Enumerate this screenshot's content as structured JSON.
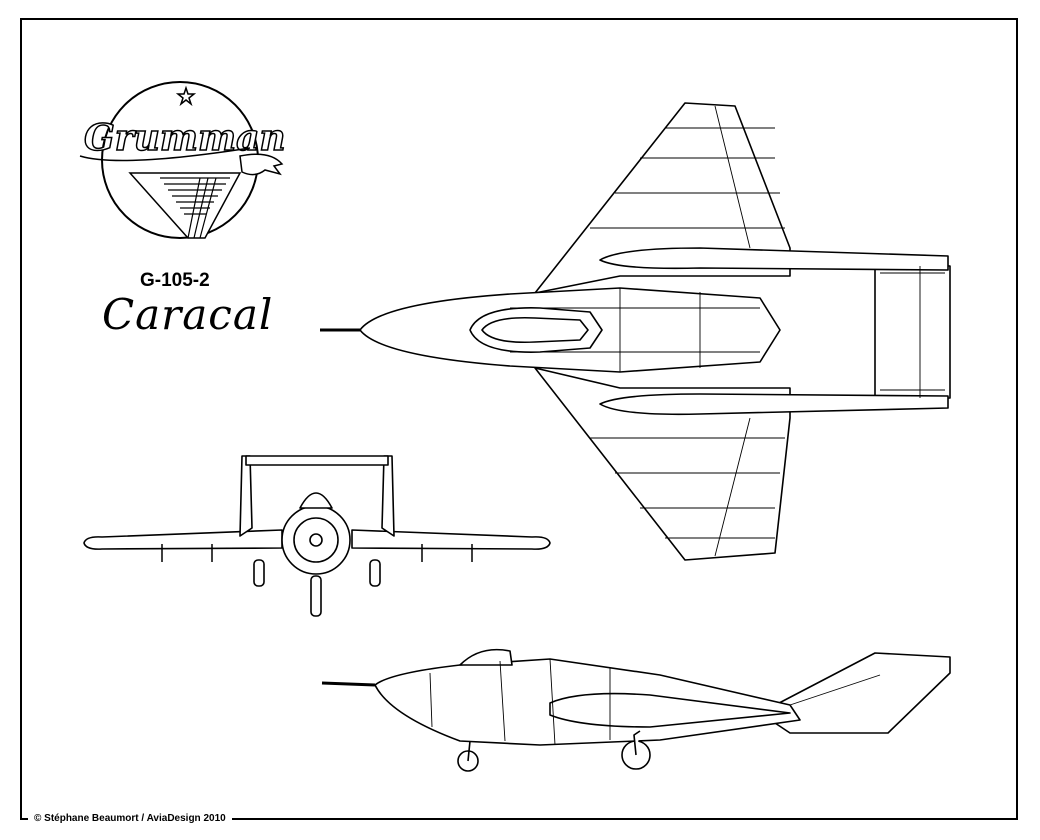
{
  "logo": {
    "text": "Grumman"
  },
  "aircraft": {
    "designation": "G-105-2",
    "name": "Caracal"
  },
  "credit": "© Stéphane Beaumort / AviaDesign 2010",
  "colors": {
    "ink": "#000000",
    "paper": "#ffffff"
  }
}
